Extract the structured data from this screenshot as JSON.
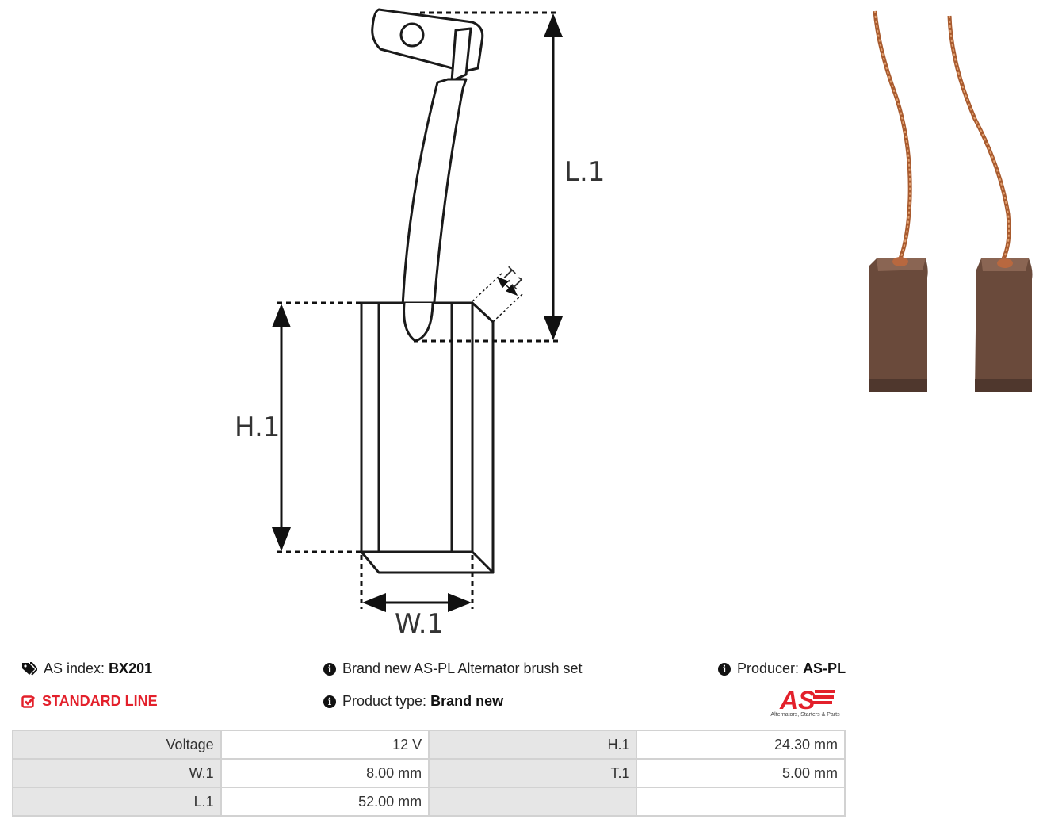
{
  "drawing": {
    "labels": {
      "l1": "L.1",
      "h1": "H.1",
      "w1": "W.1",
      "t1": "T.1"
    }
  },
  "product": {
    "as_index_label": "AS index:",
    "as_index_value": "BX201",
    "line_label": "STANDARD LINE",
    "description": "Brand new AS-PL Alternator brush set",
    "product_type_label": "Product type:",
    "product_type_value": "Brand new",
    "producer_label": "Producer:",
    "producer_value": "AS-PL",
    "logo_text": "AS",
    "logo_tagline": "Alternators, Starters & Parts"
  },
  "specs": {
    "rows": [
      {
        "label1": "Voltage",
        "value1": "12 V",
        "label2": "H.1",
        "value2": "24.30 mm"
      },
      {
        "label1": "W.1",
        "value1": "8.00 mm",
        "label2": "T.1",
        "value2": "5.00 mm"
      },
      {
        "label1": "L.1",
        "value1": "52.00 mm",
        "label2": "",
        "value2": ""
      }
    ]
  },
  "colors": {
    "accent_red": "#e3202b",
    "brush_body": "#6a4a3b",
    "copper_wire": "#b8683f",
    "table_label_bg": "#e6e6e6"
  },
  "icons": {
    "tag": "tags-icon",
    "check": "check-square-icon",
    "info": "info-circle-icon"
  }
}
